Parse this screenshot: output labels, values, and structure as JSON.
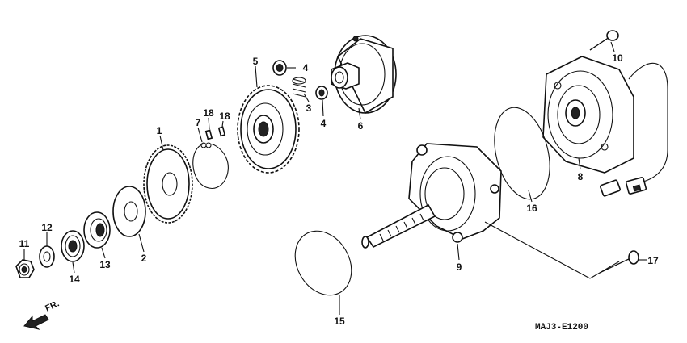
{
  "diagram": {
    "callouts": {
      "p1": "1",
      "p2": "2",
      "p3": "3",
      "p4a": "4",
      "p4b": "4",
      "p5": "5",
      "p6": "6",
      "p7": "7",
      "p8": "8",
      "p9": "9",
      "p10": "10",
      "p11": "11",
      "p12": "12",
      "p13": "13",
      "p14": "14",
      "p15": "15",
      "p16": "16",
      "p17": "17",
      "p18a": "18",
      "p18b": "18"
    },
    "direction_label": "FR.",
    "diagram_code": "MAJ3-E1200"
  }
}
